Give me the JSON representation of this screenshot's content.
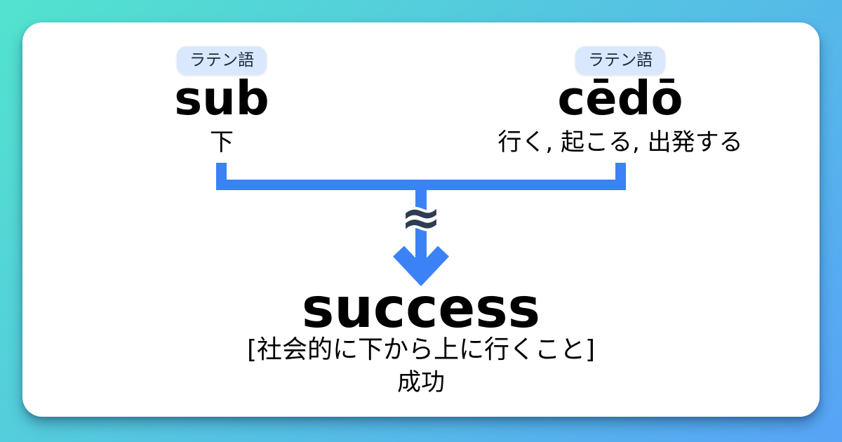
{
  "colors": {
    "bg_gradient_start": "#52e3ce",
    "bg_gradient_end": "#57a3f6",
    "card_bg": "#ffffff",
    "connector_blue": "#3b82f6",
    "approx_color": "#2e3d50",
    "badge_bg": "#d9e8fd",
    "badge_text": "#1b2a3b",
    "text_color": "#000000"
  },
  "roots": [
    {
      "language_badge": "ラテン語",
      "word": "sub",
      "meaning": "下"
    },
    {
      "language_badge": "ラテン語",
      "word": "cēdō",
      "meaning": "行く, 起こる, 出発する"
    }
  ],
  "connector": {
    "approx_symbol": "≈"
  },
  "result": {
    "word": "success",
    "gloss": "[社会的に下から上に行くこと]",
    "meaning": "成功"
  }
}
